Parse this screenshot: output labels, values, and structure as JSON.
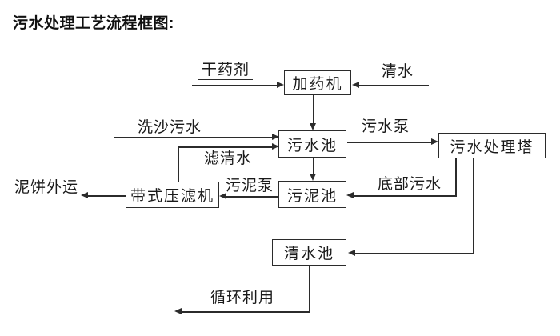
{
  "title": "污水处理工艺流程框图:",
  "flowchart": {
    "nodes": [
      {
        "id": "dosing-machine",
        "label": "加药机"
      },
      {
        "id": "sewage-pool",
        "label": "污水池"
      },
      {
        "id": "sewage-treatment-tower",
        "label": "污水处理塔"
      },
      {
        "id": "sludge-pool",
        "label": "污泥池"
      },
      {
        "id": "belt-filter-press",
        "label": "带式压滤机"
      },
      {
        "id": "clean-water-pool",
        "label": "清水池"
      }
    ],
    "edges": [
      {
        "label": "干药剂",
        "from": "external",
        "to": "加药机"
      },
      {
        "label": "清水",
        "from": "external",
        "to": "加药机"
      },
      {
        "label": "",
        "from": "加药机",
        "to": "污水池"
      },
      {
        "label": "洗沙污水",
        "from": "external",
        "to": "污水池"
      },
      {
        "label": "滤清水",
        "from": "带式压滤机",
        "to": "污水池"
      },
      {
        "label": "污水泵",
        "from": "污水池",
        "to": "污水处理塔"
      },
      {
        "label": "",
        "from": "污水池",
        "to": "污泥池"
      },
      {
        "label": "底部污水",
        "from": "污水处理塔",
        "to": "污泥池"
      },
      {
        "label": "污泥泵",
        "from": "污泥池",
        "to": "带式压滤机"
      },
      {
        "label": "泥饼外运",
        "from": "带式压滤机",
        "to": "external"
      },
      {
        "label": "",
        "from": "污水处理塔",
        "to": "清水池"
      },
      {
        "label": "循环利用",
        "from": "清水池",
        "to": "external"
      }
    ],
    "colors": {
      "line": "#2b2b2b",
      "text": "#1a1a1a",
      "background": "#ffffff"
    }
  }
}
